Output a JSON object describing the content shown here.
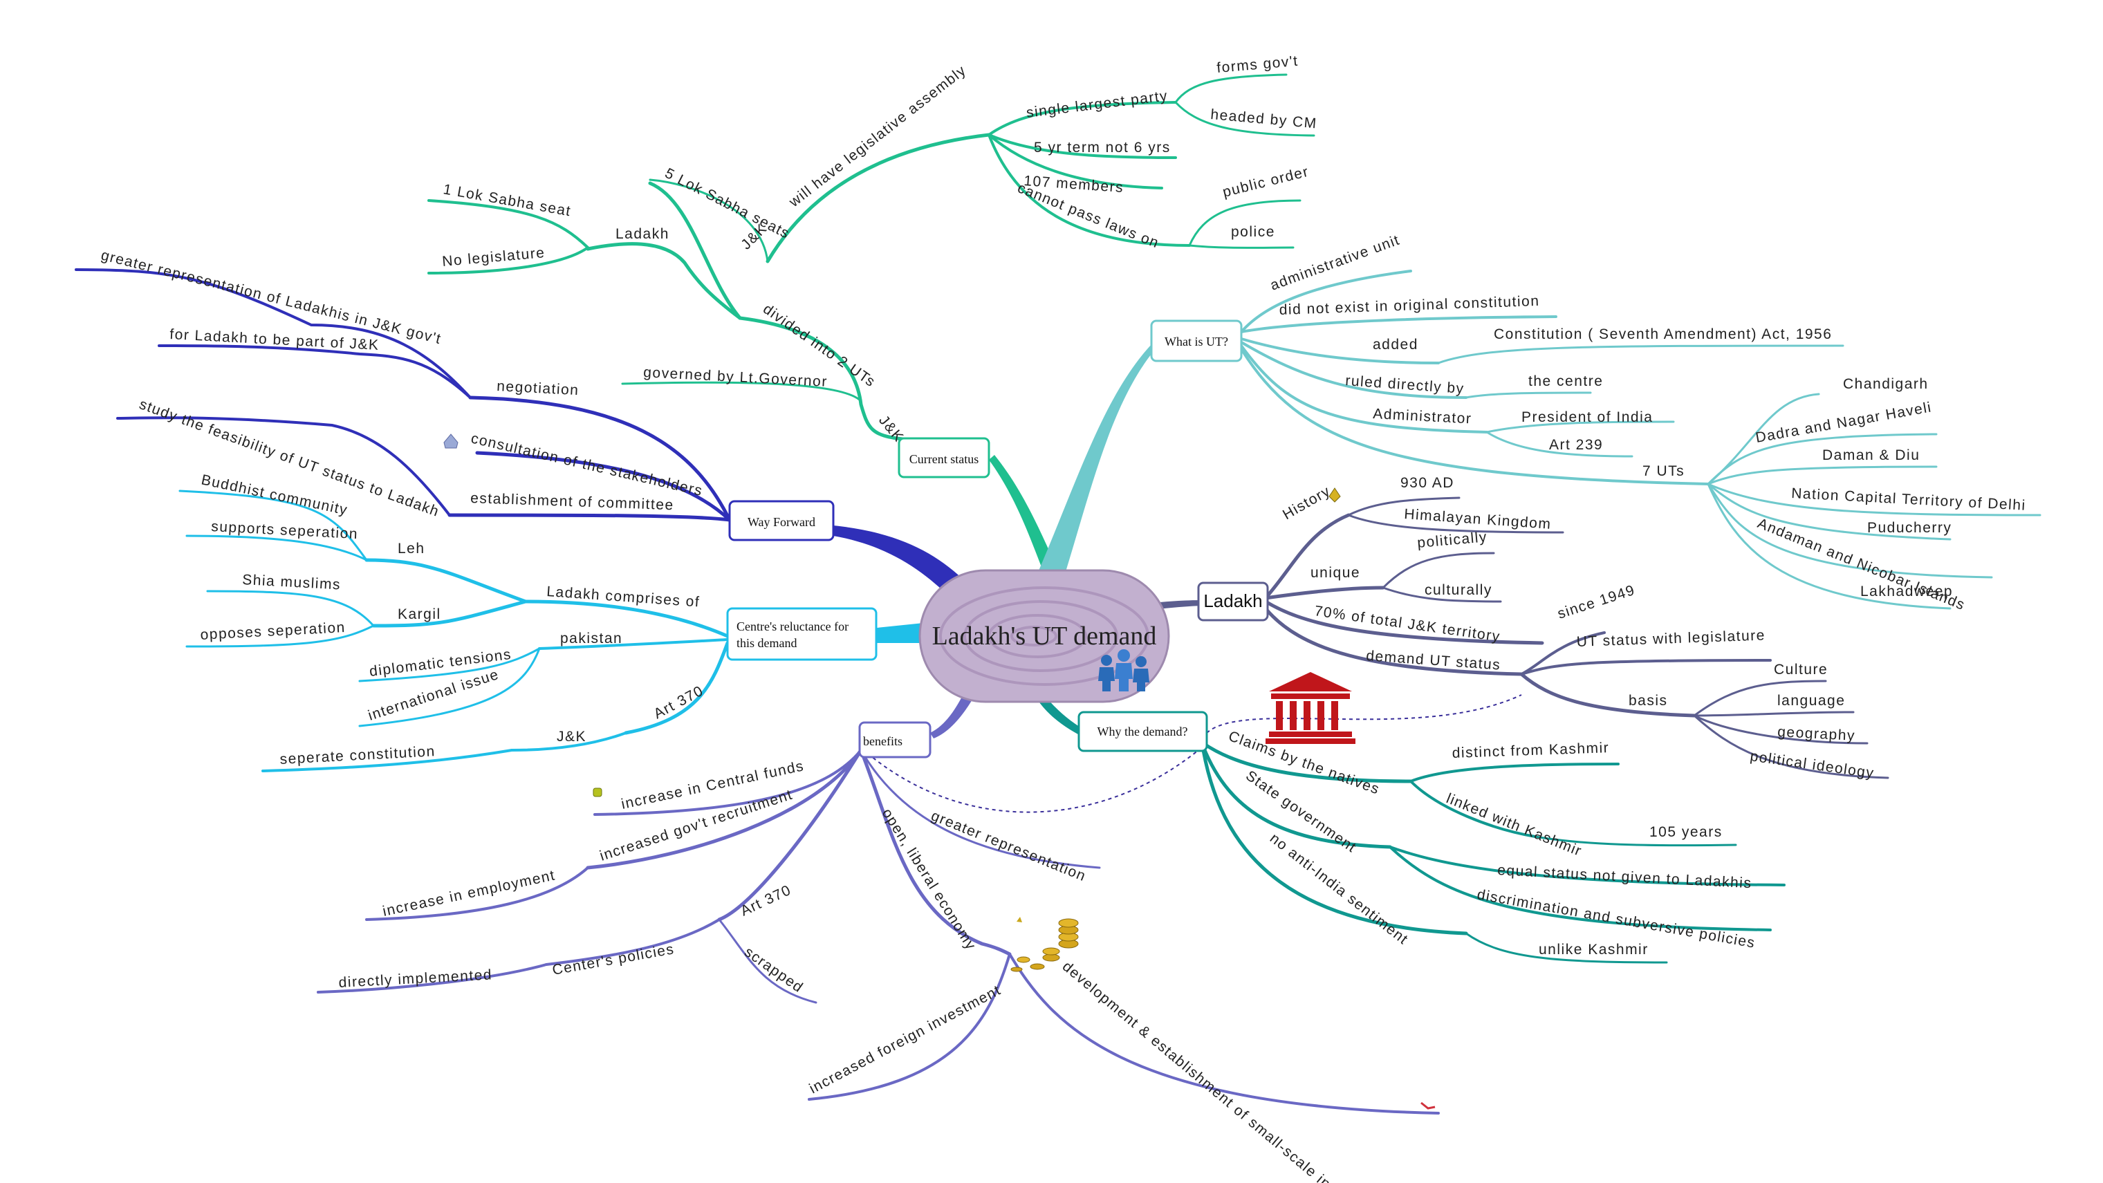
{
  "title": "Ladakh's UT demand",
  "colors": {
    "current_status": "#1fbf8f",
    "what_is_ut": "#6fc9cc",
    "ladakh": "#5c5e8f",
    "why": "#109890",
    "benefits": "#6a68c4",
    "reluctance": "#1fbfe8",
    "way_forward": "#2f2fb8",
    "center_fill": "#c2b0cf"
  },
  "topics": {
    "current_status": "Current status",
    "what_is_ut": "What is UT?",
    "ladakh": "Ladakh",
    "why": "Why the demand?",
    "benefits": "benefits",
    "reluctance_1": "Centre's reluctance for",
    "reluctance_2": "this demand",
    "way_forward": "Way Forward"
  },
  "current_status": {
    "jk": "J&K",
    "divided": "divided into 2 UTs",
    "governed": "governed by Lt.Governor",
    "jk_upper": "J&K",
    "lok_sabha_5": "5 Lok Sabha seats",
    "legislative": "will have legislative assembly",
    "single_largest": "single largest party",
    "forms_govt": "forms gov't",
    "headed_cm": "headed by CM",
    "term": "5 yr term not 6 yrs",
    "members": "107 members",
    "cannot_pass": "cannot pass laws on",
    "public_order": "public order",
    "police": "police",
    "ladakh": "Ladakh",
    "lok_sabha_1": "1 Lok Sabha seat",
    "no_legislature": "No legislature"
  },
  "what_is_ut": {
    "admin_unit": "administrative unit",
    "not_original": "did not exist in original constitution",
    "added": "added",
    "seventh": "Constitution ( Seventh Amendment) Act, 1956",
    "ruled": "ruled directly by",
    "centre": "the centre",
    "administrator": "Administrator",
    "president": "President of India",
    "art239": "Art 239",
    "seven_uts": "7 UTs",
    "uts": [
      "Chandigarh",
      "Dadra and Nagar Haveli",
      "Daman & Diu",
      "Nation Capital Territory of Delhi",
      "Puducherry",
      "Andaman and Nicobar Islands",
      "Lakhadweep"
    ]
  },
  "ladakh": {
    "history": "History",
    "y930": "930 AD",
    "himalayan": "Himalayan Kingdom",
    "unique": "unique",
    "politically": "politically",
    "culturally": "culturally",
    "seventy": "70% of total J&K territory",
    "demand": "demand UT status",
    "since": "since 1949",
    "ut_status": "UT status with legislature",
    "basis": "basis",
    "basis_items": [
      "Culture",
      "language",
      "geography",
      "political ideology"
    ]
  },
  "why": {
    "claims": "Claims by the natives",
    "distinct": "distinct from Kashmir",
    "linked": "linked with Kashmir",
    "years": "105 years",
    "state_govt": "State government",
    "equal": "equal status not given to Ladakhis",
    "discrimination": "discrimination and subversive policies",
    "no_anti": "no anti-India sentiment",
    "unlike": "unlike Kashmir"
  },
  "benefits": {
    "central_funds": "increase in Central funds",
    "recruitment": "increased gov't recruitment",
    "employment": "increase in employment",
    "art370": "Art 370",
    "centers_policies": "Center's policies",
    "directly": "directly implemented",
    "scrapped": "scrapped",
    "liberal": "open, liberal economy",
    "foreign": "increased foreign investment",
    "development": "development & establishment of small-scale industries",
    "representation": "greater representation"
  },
  "reluctance": {
    "comprises": "Ladakh comprises of",
    "leh": "Leh",
    "buddhist": "Buddhist community",
    "supports": "supports seperation",
    "kargil": "Kargil",
    "shia": "Shia muslims",
    "opposes": "opposes seperation",
    "pakistan": "pakistan",
    "diplomatic": "diplomatic tensions",
    "international": "international issue",
    "art370": "Art 370",
    "jk": "J&K",
    "seperate": "seperate constitution"
  },
  "way_forward": {
    "negotiation": "negotiation",
    "greater_rep": "greater representation of Ladakhis in J&K gov't",
    "for_ladakh": "for Ladakh to be part of J&K",
    "consultation": "consultation of the stakeholders",
    "committee": "establishment of committee",
    "feasibility": "study the feasibility of UT status to Ladakh"
  }
}
